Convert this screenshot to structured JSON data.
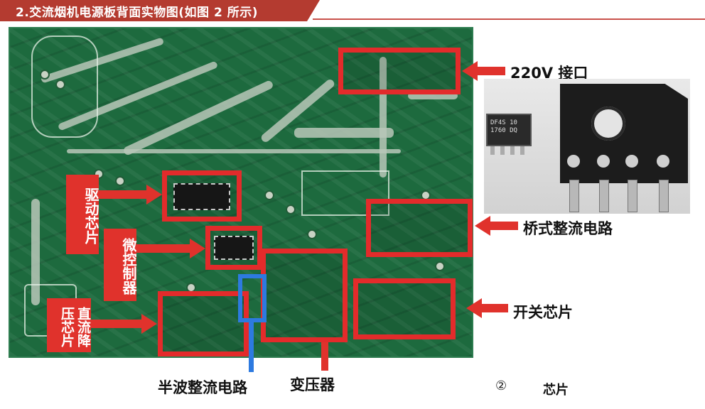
{
  "title": "2.交流烟机电源板背面实物图(如图 2 所示)",
  "labels": {
    "port_220v": "220V 接口",
    "bridge_rect": "桥式整流电路",
    "switch_chip": "开关芯片",
    "half_wave": "半波整流电路",
    "transformer": "变压器",
    "drive_chip": "驱动芯片",
    "mcu": "微控制器",
    "dc_step_down": "直流降压芯片"
  },
  "caption": {
    "number": "②",
    "text": "芯片"
  },
  "photo": {
    "small_bridge_text": "DF4S 10\n1760 DQ"
  },
  "colors": {
    "title_bar": "#b43b30",
    "highlight_red": "#e32b2b",
    "highlight_blue": "#2d7ae0",
    "pcb_green": "#1d6a3e"
  }
}
